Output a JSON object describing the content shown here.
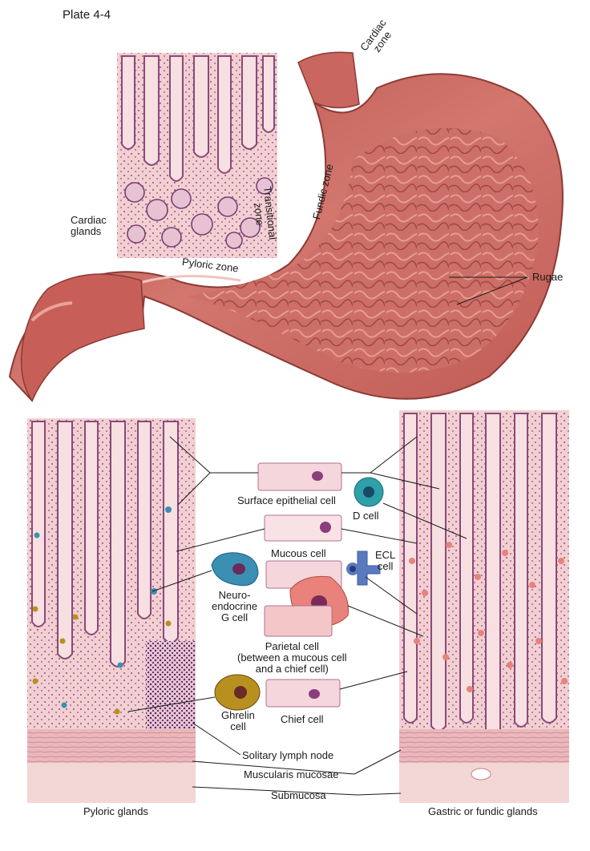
{
  "plate": "Plate 4-4",
  "labels": {
    "cardiac_zone": [
      "Cardiac",
      "zone"
    ],
    "fundic_zone": "Fundic zone",
    "transitional_zone": [
      "Transitional",
      "zone"
    ],
    "cardiac_glands": [
      "Cardiac",
      "glands"
    ],
    "pyloric_zone": "Pyloric zone",
    "rugae": "Rugae",
    "surface_epithelial_cell": "Surface epithelial cell",
    "d_cell": "D cell",
    "mucous_cell": "Mucous cell",
    "ecl_cell": [
      "ECL",
      "cell"
    ],
    "neuroendocrine_g_cell": [
      "Neuro-",
      "endocrine",
      "G cell"
    ],
    "parietal_cell": [
      "Parietal cell",
      "(between a mucous cell",
      "and a chief cell)"
    ],
    "ghrelin_cell": [
      "Ghrelin",
      "cell"
    ],
    "chief_cell": "Chief cell",
    "solitary_lymph_node": "Solitary lymph node",
    "muscularis_mucosae": "Muscularis mucosae",
    "submucosa": "Submucosa",
    "pyloric_glands": "Pyloric glands",
    "gastric_glands": "Gastric or fundic glands"
  },
  "colors": {
    "tissue_pink": "#f3cfd2",
    "tissue_dark": "#8a4a78",
    "stomach_red": "#c4605a",
    "stomach_light": "#dc8a82",
    "stomach_dark": "#8c3a36",
    "g_cell_blue": "#3a8fb3",
    "d_cell_teal": "#2ea0a8",
    "ecl_blue": "#5a7ac0",
    "ghrelin_gold": "#b8901f",
    "parietal_red": "#e8827a"
  }
}
